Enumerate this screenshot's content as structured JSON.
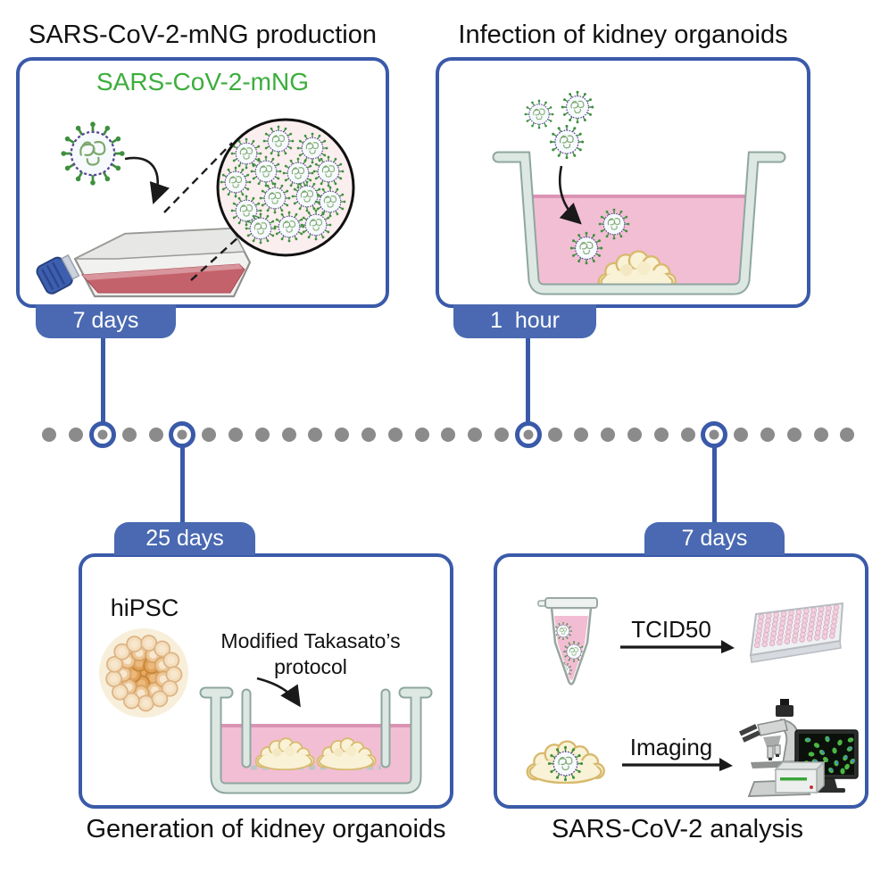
{
  "panels": {
    "production": {
      "title": "SARS-CoV-2-mNG production",
      "virus_label": "SARS-CoV-2-mNG",
      "duration_label": "7 days"
    },
    "infection": {
      "title": "Infection of kidney organoids",
      "duration_label": "1  hour"
    },
    "generation": {
      "title": "Generation of kidney organoids",
      "duration_label": "25 days",
      "cell_label": "hiPSC",
      "protocol_line1": "Modified Takasato’s",
      "protocol_line2": "protocol"
    },
    "analysis": {
      "title": "SARS-CoV-2 analysis",
      "duration_label": "7 days",
      "assay_titer": "TCID50",
      "assay_imaging": "Imaging"
    }
  },
  "colors": {
    "accent_blue": "#3a5aa9",
    "tab_blue": "#4a69b2",
    "label_green": "#3cae3c",
    "timeline_gray": "#8b8b8b"
  }
}
